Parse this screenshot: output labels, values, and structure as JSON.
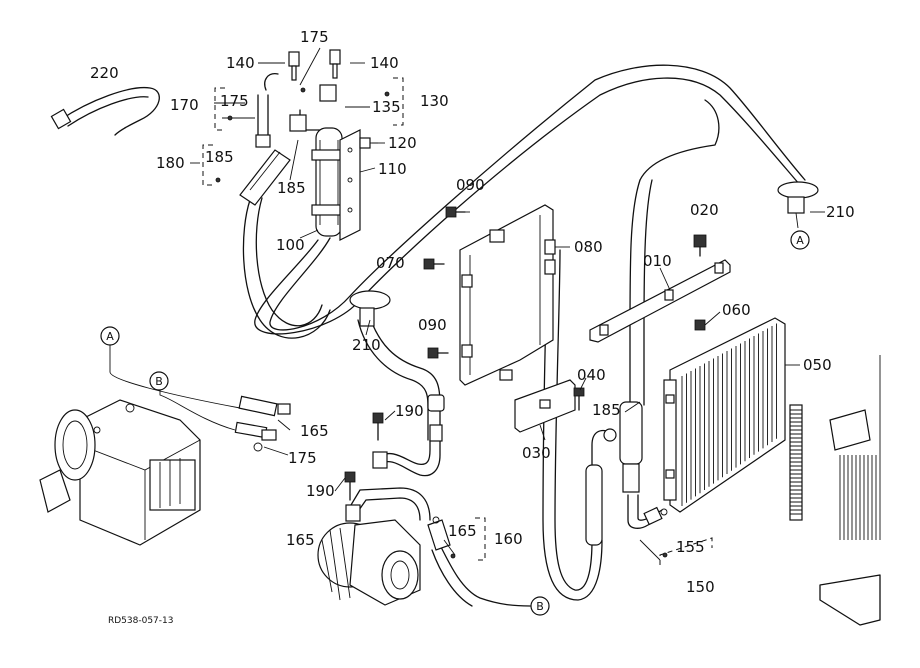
{
  "drawing_code": "RD538-057-13",
  "part_labels": [
    {
      "id": "p220",
      "text": "220"
    },
    {
      "id": "p170",
      "text": "170"
    },
    {
      "id": "p175a",
      "text": "175"
    },
    {
      "id": "p140a",
      "text": "140"
    },
    {
      "id": "p175b",
      "text": "175"
    },
    {
      "id": "p140b",
      "text": "140"
    },
    {
      "id": "p135",
      "text": "135"
    },
    {
      "id": "p130",
      "text": "130"
    },
    {
      "id": "p120",
      "text": "120"
    },
    {
      "id": "p110",
      "text": "110"
    },
    {
      "id": "p180",
      "text": "180"
    },
    {
      "id": "p185a",
      "text": "185"
    },
    {
      "id": "p185b",
      "text": "185"
    },
    {
      "id": "p100",
      "text": "100"
    },
    {
      "id": "p090a",
      "text": "090"
    },
    {
      "id": "p080",
      "text": "080"
    },
    {
      "id": "p070",
      "text": "070"
    },
    {
      "id": "p090b",
      "text": "090"
    },
    {
      "id": "p210a",
      "text": "210"
    },
    {
      "id": "p210b",
      "text": "210"
    },
    {
      "id": "p020",
      "text": "020"
    },
    {
      "id": "p010",
      "text": "010"
    },
    {
      "id": "p060",
      "text": "060"
    },
    {
      "id": "p050",
      "text": "050"
    },
    {
      "id": "p040",
      "text": "040"
    },
    {
      "id": "p185c",
      "text": "185"
    },
    {
      "id": "p030",
      "text": "030"
    },
    {
      "id": "p190a",
      "text": "190"
    },
    {
      "id": "p190b",
      "text": "190"
    },
    {
      "id": "p165a",
      "text": "165"
    },
    {
      "id": "p175c",
      "text": "175"
    },
    {
      "id": "p165b",
      "text": "165"
    },
    {
      "id": "p165c",
      "text": "165"
    },
    {
      "id": "p160",
      "text": "160"
    },
    {
      "id": "p155",
      "text": "155"
    },
    {
      "id": "p150",
      "text": "150"
    }
  ],
  "connection_markers": [
    {
      "id": "mA1",
      "text": "A"
    },
    {
      "id": "mA2",
      "text": "A"
    },
    {
      "id": "mB1",
      "text": "B"
    },
    {
      "id": "mB2",
      "text": "B"
    }
  ]
}
